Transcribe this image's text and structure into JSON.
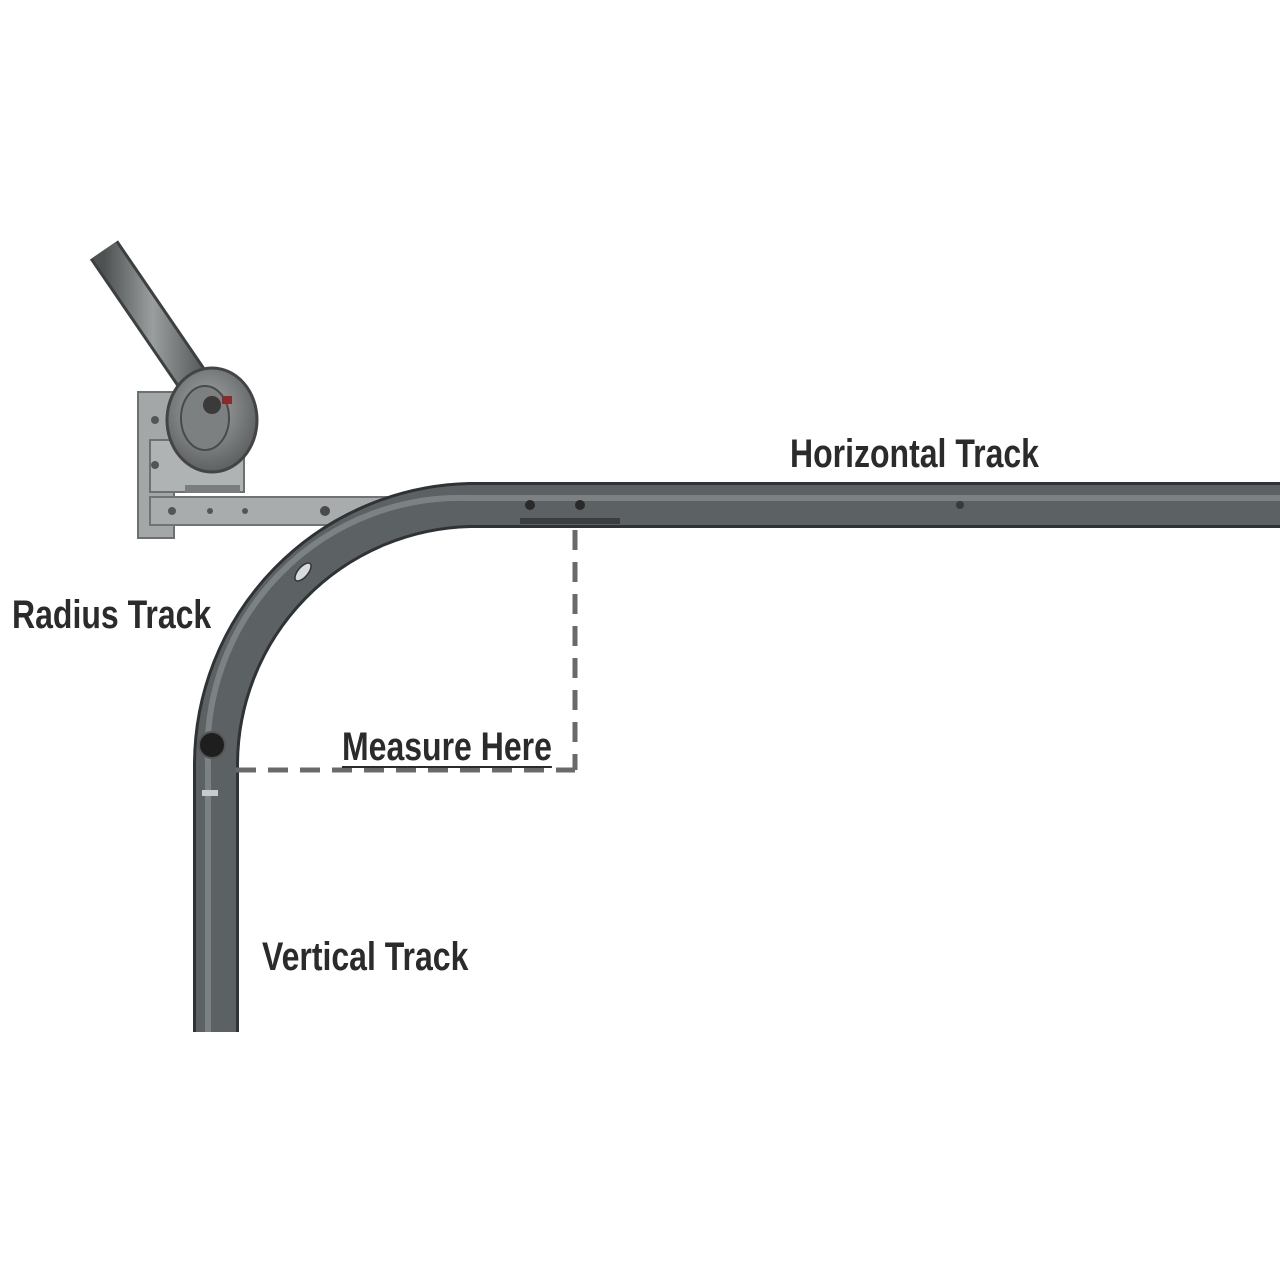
{
  "labels": {
    "horizontal": "Horizontal Track",
    "radius": "Radius Track",
    "measure": "Measure Here",
    "vertical": "Vertical Track"
  },
  "colors": {
    "track": "#5c6163",
    "track_edge": "#2f3335",
    "track_highlight": "#8a8f91",
    "shaft": "#7b7f80",
    "bracket": "#9a9d9e",
    "dashed_line": "#6a6a6a",
    "text": "#2b2b2b"
  }
}
